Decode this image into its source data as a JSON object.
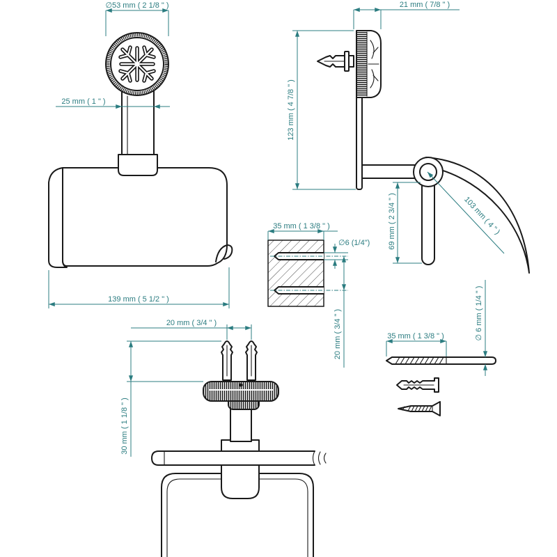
{
  "front_view": {
    "diameter_label": "∅53 mm ( 2 1/8 \" )",
    "arm_width_label": "25 mm ( 1 \" )",
    "width_label": "139 mm ( 5 1/2 \" )"
  },
  "side_view": {
    "depth_label": "21 mm ( 7/8 \" )",
    "height_label": "123 mm ( 4 7/8 \" )",
    "rod_label": "69 mm ( 2 3/4 \" )",
    "cover_radius_label": "103 mm ( 4 \" )"
  },
  "anchor_block": {
    "width_label": "35 mm ( 1 3/8 \" )",
    "hole_diameter_label": "∅6 (1/4\")",
    "hole_spacing_label": "20 mm ( 3/4 \" )"
  },
  "top_view": {
    "plug_spacing_label": "20 mm ( 3/4 \" )",
    "plug_depth_label": "30 mm ( 1 1/8 \" )"
  },
  "hardware": {
    "drill_length_label": "35 mm ( 1 3/8 \" )",
    "drill_diameter_label": "∅ 6 mm ( 1/4 \" )",
    "items": [
      "drill-bit-icon",
      "wall-plug-icon",
      "screw-icon"
    ]
  },
  "colors": {
    "dimension": "#2b7c80",
    "outline": "#1a1a1a",
    "background": "#ffffff"
  }
}
